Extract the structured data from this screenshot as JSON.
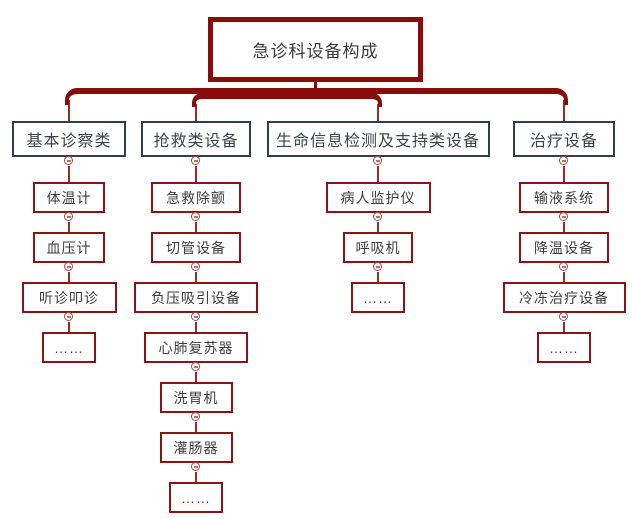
{
  "diagram": {
    "root": {
      "label": "急诊科设备构成"
    },
    "branches": [
      {
        "label": "基本诊察类",
        "items": [
          "体温计",
          "血压计",
          "听诊叩诊",
          "……"
        ]
      },
      {
        "label": "抢救类设备",
        "items": [
          "急救除颤",
          "切管设备",
          "负压吸引设备",
          "心肺复苏器",
          "洗胃机",
          "灌肠器",
          "……"
        ]
      },
      {
        "label": "生命信息检测及支持类设备",
        "items": [
          "病人监护仪",
          "呼吸机",
          "……"
        ]
      },
      {
        "label": "治疗设备",
        "items": [
          "输液系统",
          "降温设备",
          "冷冻治疗设备",
          "……"
        ]
      }
    ],
    "icons": {
      "collapse_node": "minus-icon"
    },
    "colors": {
      "accent": "#8b0a0a",
      "connector": "#9b2b27",
      "item_border": "#8a1414",
      "branch_border": "#323c4e",
      "node_ring": "#b4453f"
    }
  }
}
